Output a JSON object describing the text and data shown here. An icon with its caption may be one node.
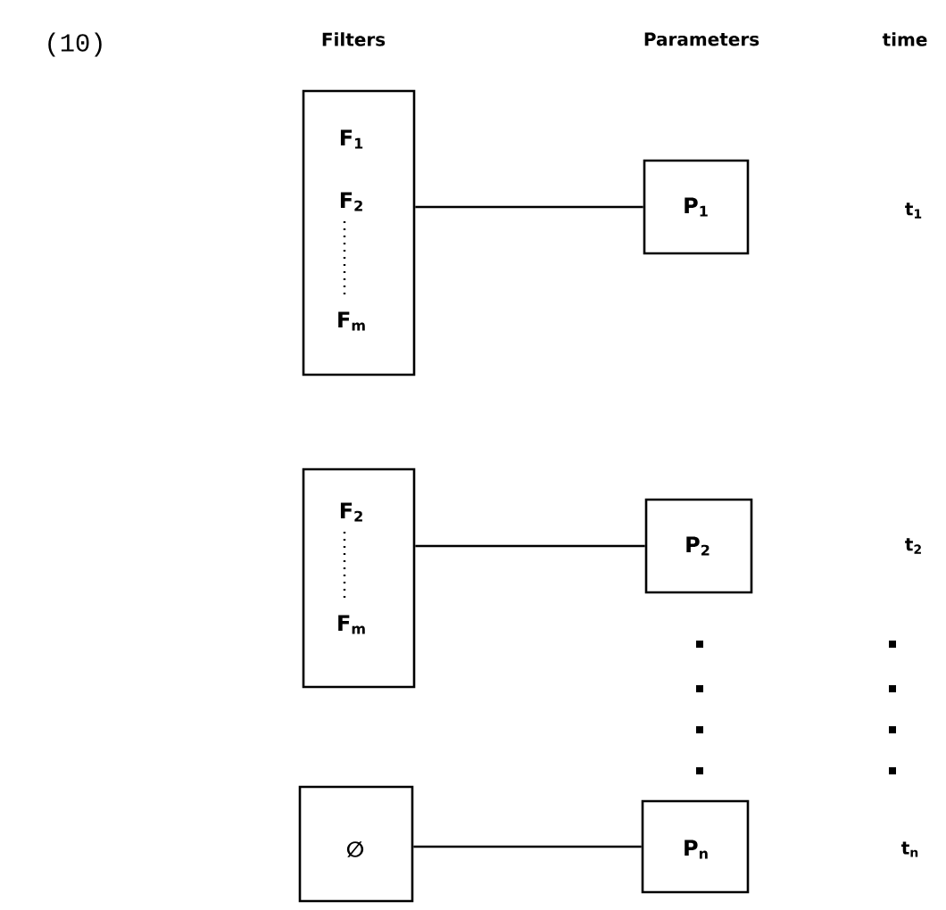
{
  "diagram": {
    "nodes": [
      {
        "text": [
          "F$_{1}$",
          "F$_{2}$",
          "F$_{m}$"
        ]
      },
      {
        "text": [
          "P$_{1}$"
        ]
      },
      {
        "text": [
          "F$_{2}$",
          "F$_{m}$"
        ]
      },
      {
        "text": [
          "P$_{2}$"
        ]
      },
      {
        "text": [
          "∅"
        ]
      },
      {
        "text": [
          "P$_{n}$"
        ]
      }
    ],
    "edges": [
      {
        "from": 0,
        "to": 1,
        "arrow": "none"
      },
      {
        "from": 2,
        "to": 3,
        "arrow": "none"
      },
      {
        "from": 4,
        "to": 5,
        "arrow": "none"
      }
    ],
    "labels": [
      "(10)",
      "Filters",
      "Parameters",
      "time",
      "t$_{1}$",
      "t$_{2}$",
      "t$_{n}$"
    ]
  }
}
